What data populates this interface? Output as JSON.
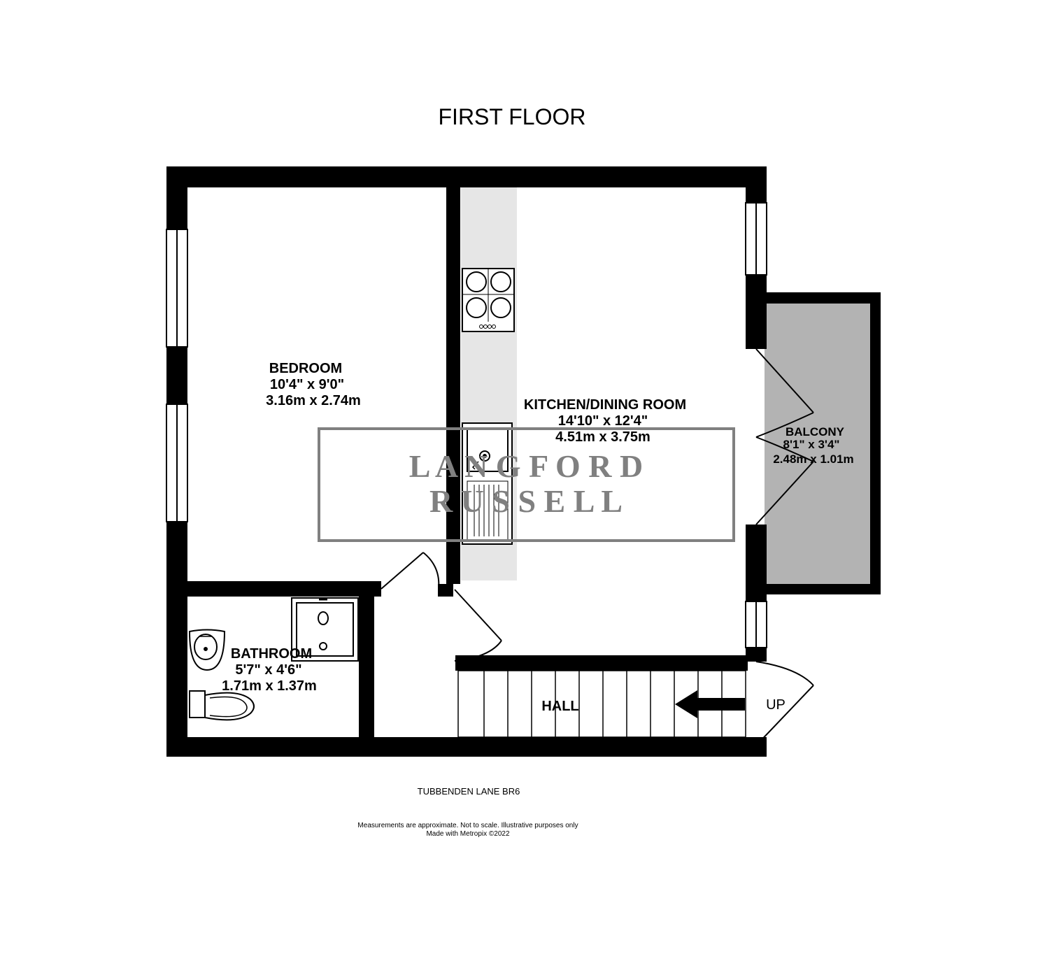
{
  "floor_title": "FIRST FLOOR",
  "rooms": {
    "bedroom": {
      "name": "BEDROOM",
      "imperial": "10'4\"  x 9'0\"",
      "metric": "3.16m  x 2.74m"
    },
    "kitchen": {
      "name": "KITCHEN/DINING ROOM",
      "imperial": "14'10\"  x 12'4\"",
      "metric": "4.51m  x 3.75m"
    },
    "balcony": {
      "name": "BALCONY",
      "imperial": "8'1\"  x 3'4\"",
      "metric": "2.48m  x 1.01m"
    },
    "bathroom": {
      "name": "BATHROOM",
      "imperial": "5'7\"  x 4'6\"",
      "metric": "1.71m  x 1.37m"
    },
    "hall": {
      "name": "HALL"
    }
  },
  "stairs_label": "UP",
  "watermark": {
    "line1": "L A N G F O R D",
    "line2": "R U S S E L L"
  },
  "address": "TUBBENDEN LANE BR6",
  "disclaimer": "Measurements are approximate.  Not to scale.  Illustrative purposes only",
  "credit": "Made with Metropix ©2022",
  "colors": {
    "wall": "#000000",
    "balcony_fill": "#b3b3b3",
    "worktop": "#e6e6e6",
    "watermark": "#808080"
  }
}
